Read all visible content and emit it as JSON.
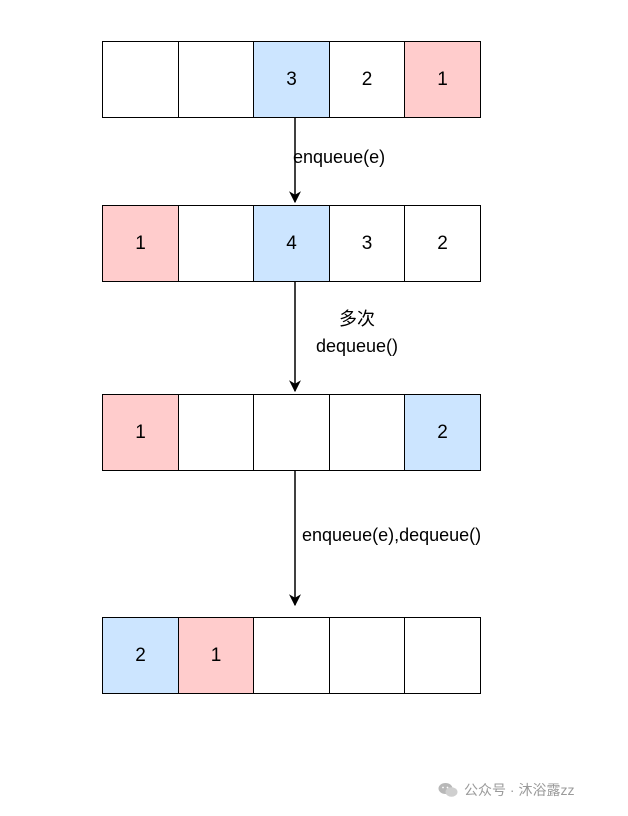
{
  "colors": {
    "blue": "#cce5ff",
    "red": "#ffcccc",
    "white": "#ffffff"
  },
  "rows": [
    {
      "cells": [
        {
          "value": "",
          "color": "white"
        },
        {
          "value": "",
          "color": "white"
        },
        {
          "value": "3",
          "color": "blue"
        },
        {
          "value": "2",
          "color": "white"
        },
        {
          "value": "1",
          "color": "red"
        }
      ]
    },
    {
      "cells": [
        {
          "value": "1",
          "color": "red"
        },
        {
          "value": "",
          "color": "white"
        },
        {
          "value": "4",
          "color": "blue"
        },
        {
          "value": "3",
          "color": "white"
        },
        {
          "value": "2",
          "color": "white"
        }
      ]
    },
    {
      "cells": [
        {
          "value": "1",
          "color": "red"
        },
        {
          "value": "",
          "color": "white"
        },
        {
          "value": "",
          "color": "white"
        },
        {
          "value": "",
          "color": "white"
        },
        {
          "value": "2",
          "color": "blue"
        }
      ]
    },
    {
      "cells": [
        {
          "value": "2",
          "color": "blue"
        },
        {
          "value": "1",
          "color": "red"
        },
        {
          "value": "",
          "color": "white"
        },
        {
          "value": "",
          "color": "white"
        },
        {
          "value": "",
          "color": "white"
        }
      ]
    }
  ],
  "arrows": {
    "a1": "enqueue(e)",
    "a2_line1": "多次",
    "a2_line2": "dequeue()",
    "a3": "enqueue(e),dequeue()"
  },
  "watermark": {
    "text": "公众号 · 沐浴露zz",
    "icon": "wechat-icon"
  }
}
